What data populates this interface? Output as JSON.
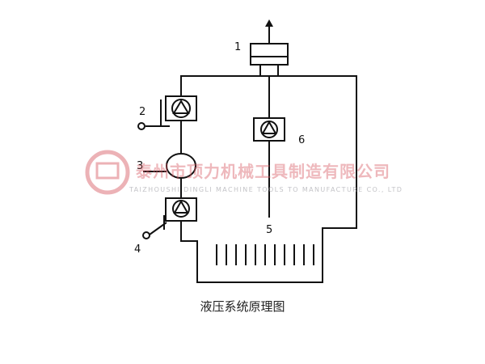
{
  "diagram": {
    "labels": [
      "1",
      "2",
      "3",
      "4",
      "5",
      "6"
    ],
    "caption": "液压系统原理图"
  },
  "watermark": {
    "cn_text": "泰州市顶力机械工具制造有限公司",
    "en_text": "TAIZHOUSHI DINGLI MACHINE TOOLS TO MANUFACTURE CO., LTD",
    "color": "#d65660"
  },
  "colors": {
    "line": "#111111",
    "background": "#ffffff"
  }
}
